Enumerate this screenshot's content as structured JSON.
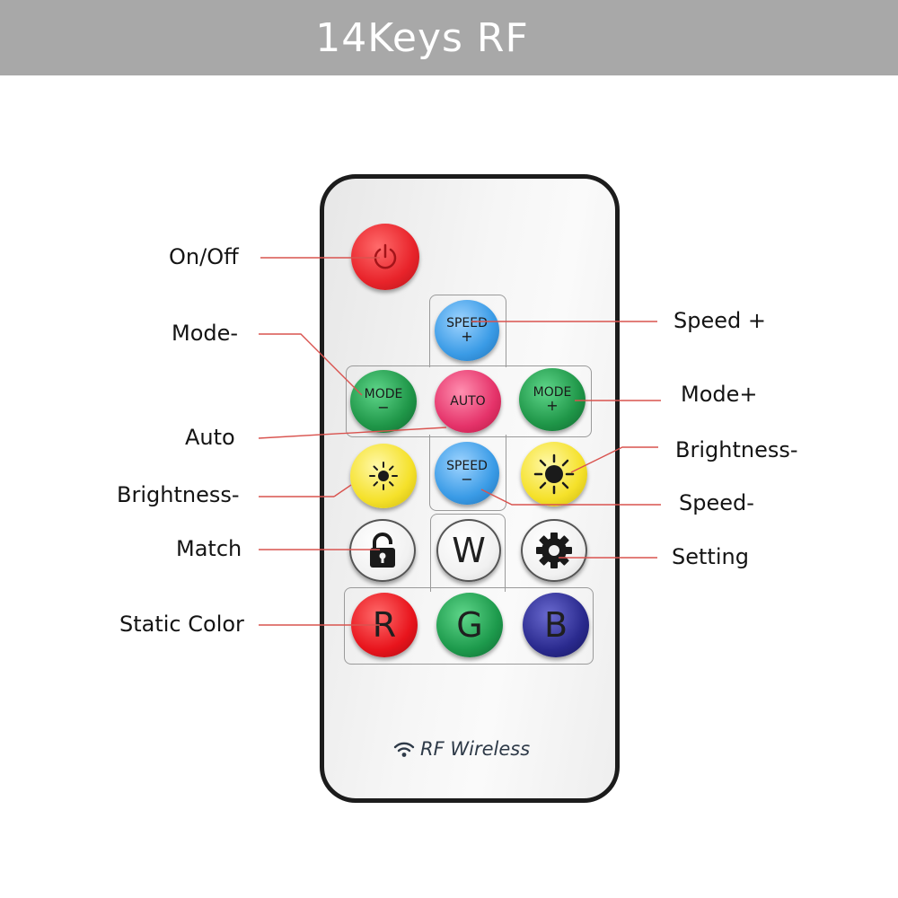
{
  "header": {
    "title": "14Keys RF"
  },
  "remote": {
    "brand": "RF Wireless",
    "buttons": {
      "power": {
        "symbol": "power-icon",
        "color": "#e8232a"
      },
      "speed_plus": {
        "line1": "SPEED",
        "line2": "+",
        "color": "#3a9be6"
      },
      "mode_minus": {
        "line1": "MODE",
        "line2": "−",
        "color": "#1f9648"
      },
      "auto": {
        "line1": "AUTO",
        "color": "#e5336a"
      },
      "mode_plus": {
        "line1": "MODE",
        "line2": "+",
        "color": "#1f9648"
      },
      "brightness_minus": {
        "symbol": "sun-icon-small",
        "color": "#f5e12a"
      },
      "speed_minus": {
        "line1": "SPEED",
        "line2": "−",
        "color": "#3a9be6"
      },
      "brightness_plus": {
        "symbol": "sun-icon-large",
        "color": "#f5e12a"
      },
      "match": {
        "symbol": "lock-icon",
        "color": "#f4f4f4"
      },
      "white": {
        "letter": "W",
        "color": "#f4f4f4"
      },
      "setting": {
        "symbol": "gear-icon",
        "color": "#f4f4f4"
      },
      "red": {
        "letter": "R",
        "color": "#e8141c"
      },
      "green": {
        "letter": "G",
        "color": "#1d9a4c"
      },
      "blue": {
        "letter": "B",
        "color": "#2a2a8e"
      }
    }
  },
  "labels": {
    "on_off": "On/Off",
    "mode_minus": "Mode-",
    "auto": "Auto",
    "brightness_left": "Brightness-",
    "match": "Match",
    "static_color": "Static Color",
    "speed_plus": "Speed +",
    "mode_plus": "Mode+",
    "brightness_right": "Brightness-",
    "speed_minus": "Speed-",
    "setting": "Setting"
  },
  "colors": {
    "banner": "#a8a8a8",
    "leader_line": "#d9534f"
  }
}
